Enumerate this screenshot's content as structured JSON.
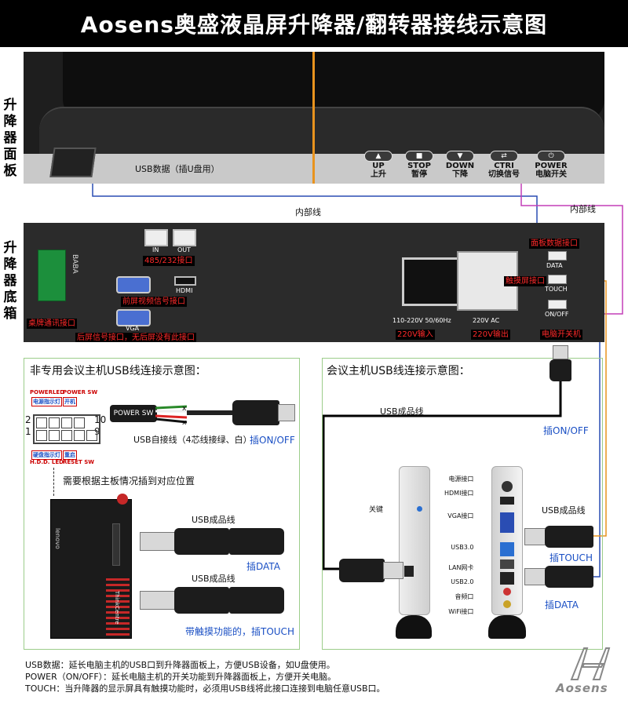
{
  "title": "Aosens奥盛液晶屏升降器/翻转器接线示意图",
  "side_labels": {
    "panel": "升降器面板",
    "box": "升降器底箱"
  },
  "panel": {
    "usb_label": "USB数据（插U盘用）",
    "buttons": [
      {
        "en": "UP",
        "cn": "上升"
      },
      {
        "en": "STOP",
        "cn": "暂停"
      },
      {
        "en": "DOWN",
        "cn": "下降"
      },
      {
        "en": "CTRI",
        "cn": "切换信号"
      },
      {
        "en": "POWER",
        "cn": "电脑开关"
      }
    ],
    "internal_line_left": "内部线",
    "internal_line_right": "内部线"
  },
  "box": {
    "rj45_in": "IN",
    "rj45_out": "OUT",
    "rs_label": "485/232接口",
    "terminal_label": "桌牌通讯接口",
    "terminal_text": "BABA",
    "front_video_label": "前屏视频信号接口",
    "hdmi_text": "HDMI",
    "vga_text": "VGA",
    "rear_label": "后屏信号接口，无后屏没有此接口",
    "ac_text": "110-220V 50/60Hz",
    "ac_label": "220V输入",
    "outlet_text": "220V AC",
    "outlet_label": "220V输出",
    "data_port": "DATA",
    "touch_port": "TOUCH",
    "onoff_port": "ON/OFF",
    "panel_data_label": "面板数据接口",
    "touch_label": "触摸屏接口",
    "pc_switch_label": "电脑开关机"
  },
  "left_section": {
    "title": "非专用会议主机USB线连接示意图：",
    "powerled": "POWERLED",
    "power_sw": "POWER SW",
    "power_ind": "电源指示灯",
    "kaiji": "开机",
    "hdd_ind": "硬盘指示灯",
    "reset_cn": "重启",
    "hdd_led": "H.D.D. LED",
    "reset_sw": "RESET SW",
    "pin_2": "2",
    "pin_1": "1",
    "pin_10": "10",
    "pin_9": "9",
    "power_sw_cable": "POWER SW",
    "self_wire": "USB自接线（4芯线接绿、白）",
    "plug_onoff": "插ON/OFF",
    "motherboard_note": "需要根据主板情况插到对应位置",
    "usb_line_1": "USB成品线",
    "plug_data": "插DATA",
    "usb_line_2": "USB成品线",
    "plug_touch": "带触摸功能的，插TOUCH",
    "pc_brand": "ThinkCentre",
    "pc_logo": "lenovo"
  },
  "right_section": {
    "title": "会议主机USB线连接示意图：",
    "usb_line": "USB成品线",
    "plug_onoff": "插ON/OFF",
    "power_key": "关键",
    "ports": [
      "电源接口",
      "HDMI接口",
      "VGA接口",
      "USB3.0",
      "LAN网卡",
      "USB2.0",
      "音频口",
      "WiFi接口"
    ],
    "usb_line_2": "USB成品线",
    "plug_touch": "插TOUCH",
    "plug_data": "插DATA"
  },
  "notes": [
    "USB数据：延长电脑主机的USB口到升降器面板上，方便USB设备，如U盘使用。",
    "POWER（ON/OFF）：延长电脑主机的开关功能到升降器面板上，方便开关电脑。",
    "TOUCH：当升降器的显示屏具有触摸功能时，必须用USB线将此接口连接到电脑任意USB口。"
  ],
  "brand": "Aosens",
  "colors": {
    "orange_line": "#e8931e",
    "blue_line": "#2a4db3",
    "purple_line": "#c33fb8",
    "red_label": "#ff2a2a",
    "green_frame": "#9ccd8a"
  }
}
